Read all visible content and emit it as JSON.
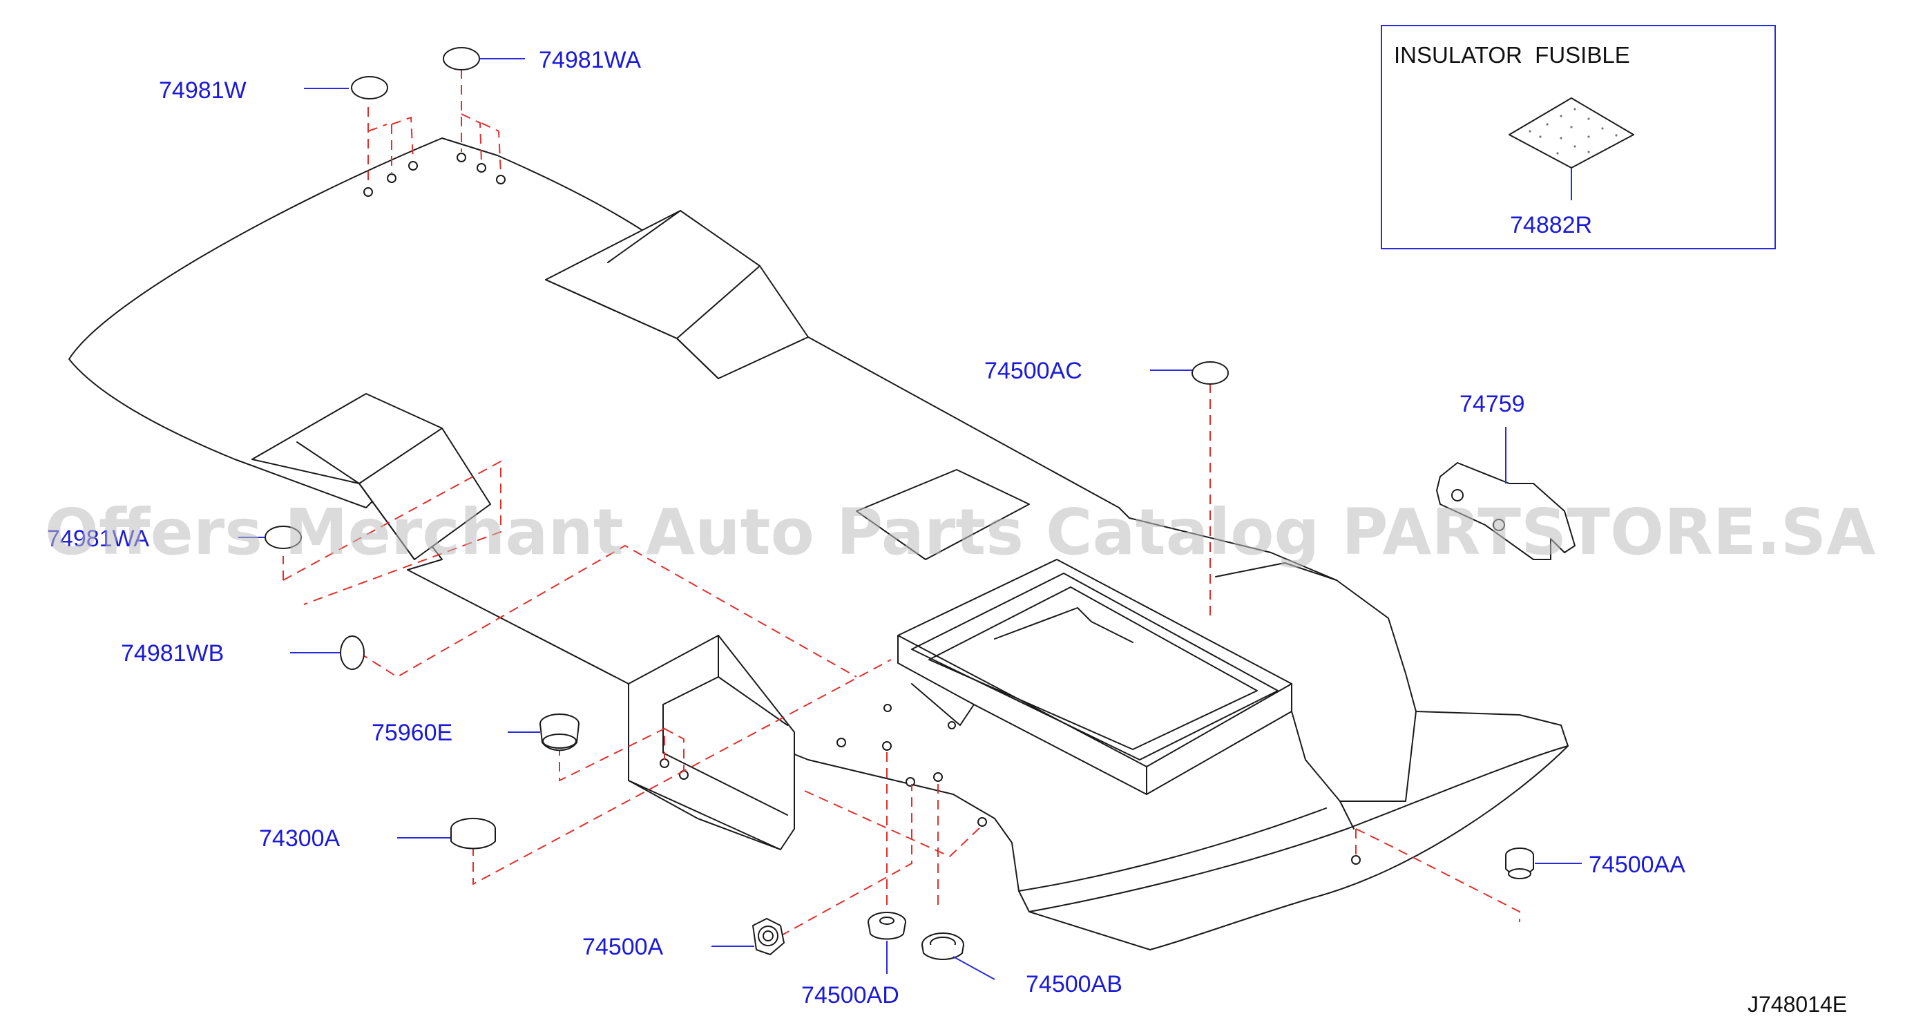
{
  "diagram_code": "J748014E",
  "watermark": "Offers Merchant Auto Parts Catalog PARTSTORE.SA",
  "inset": {
    "title": "INSULATOR  FUSIBLE",
    "part": "74882R"
  },
  "labels": {
    "p74981w": "74981W",
    "p74981wa_top": "74981WA",
    "p74981wa_left": "74981WA",
    "p74981wb": "74981WB",
    "p75960e": "75960E",
    "p74300a": "74300A",
    "p74500a": "74500A",
    "p74500ad": "74500AD",
    "p74500ab": "74500AB",
    "p74500aa": "74500AA",
    "p74500ac": "74500AC",
    "p74759": "74759"
  },
  "colors": {
    "label": "#1a1ad8",
    "leader": "#2a2ae0",
    "dashed_guide": "#e0302a",
    "outline": "#1a1a1a"
  }
}
